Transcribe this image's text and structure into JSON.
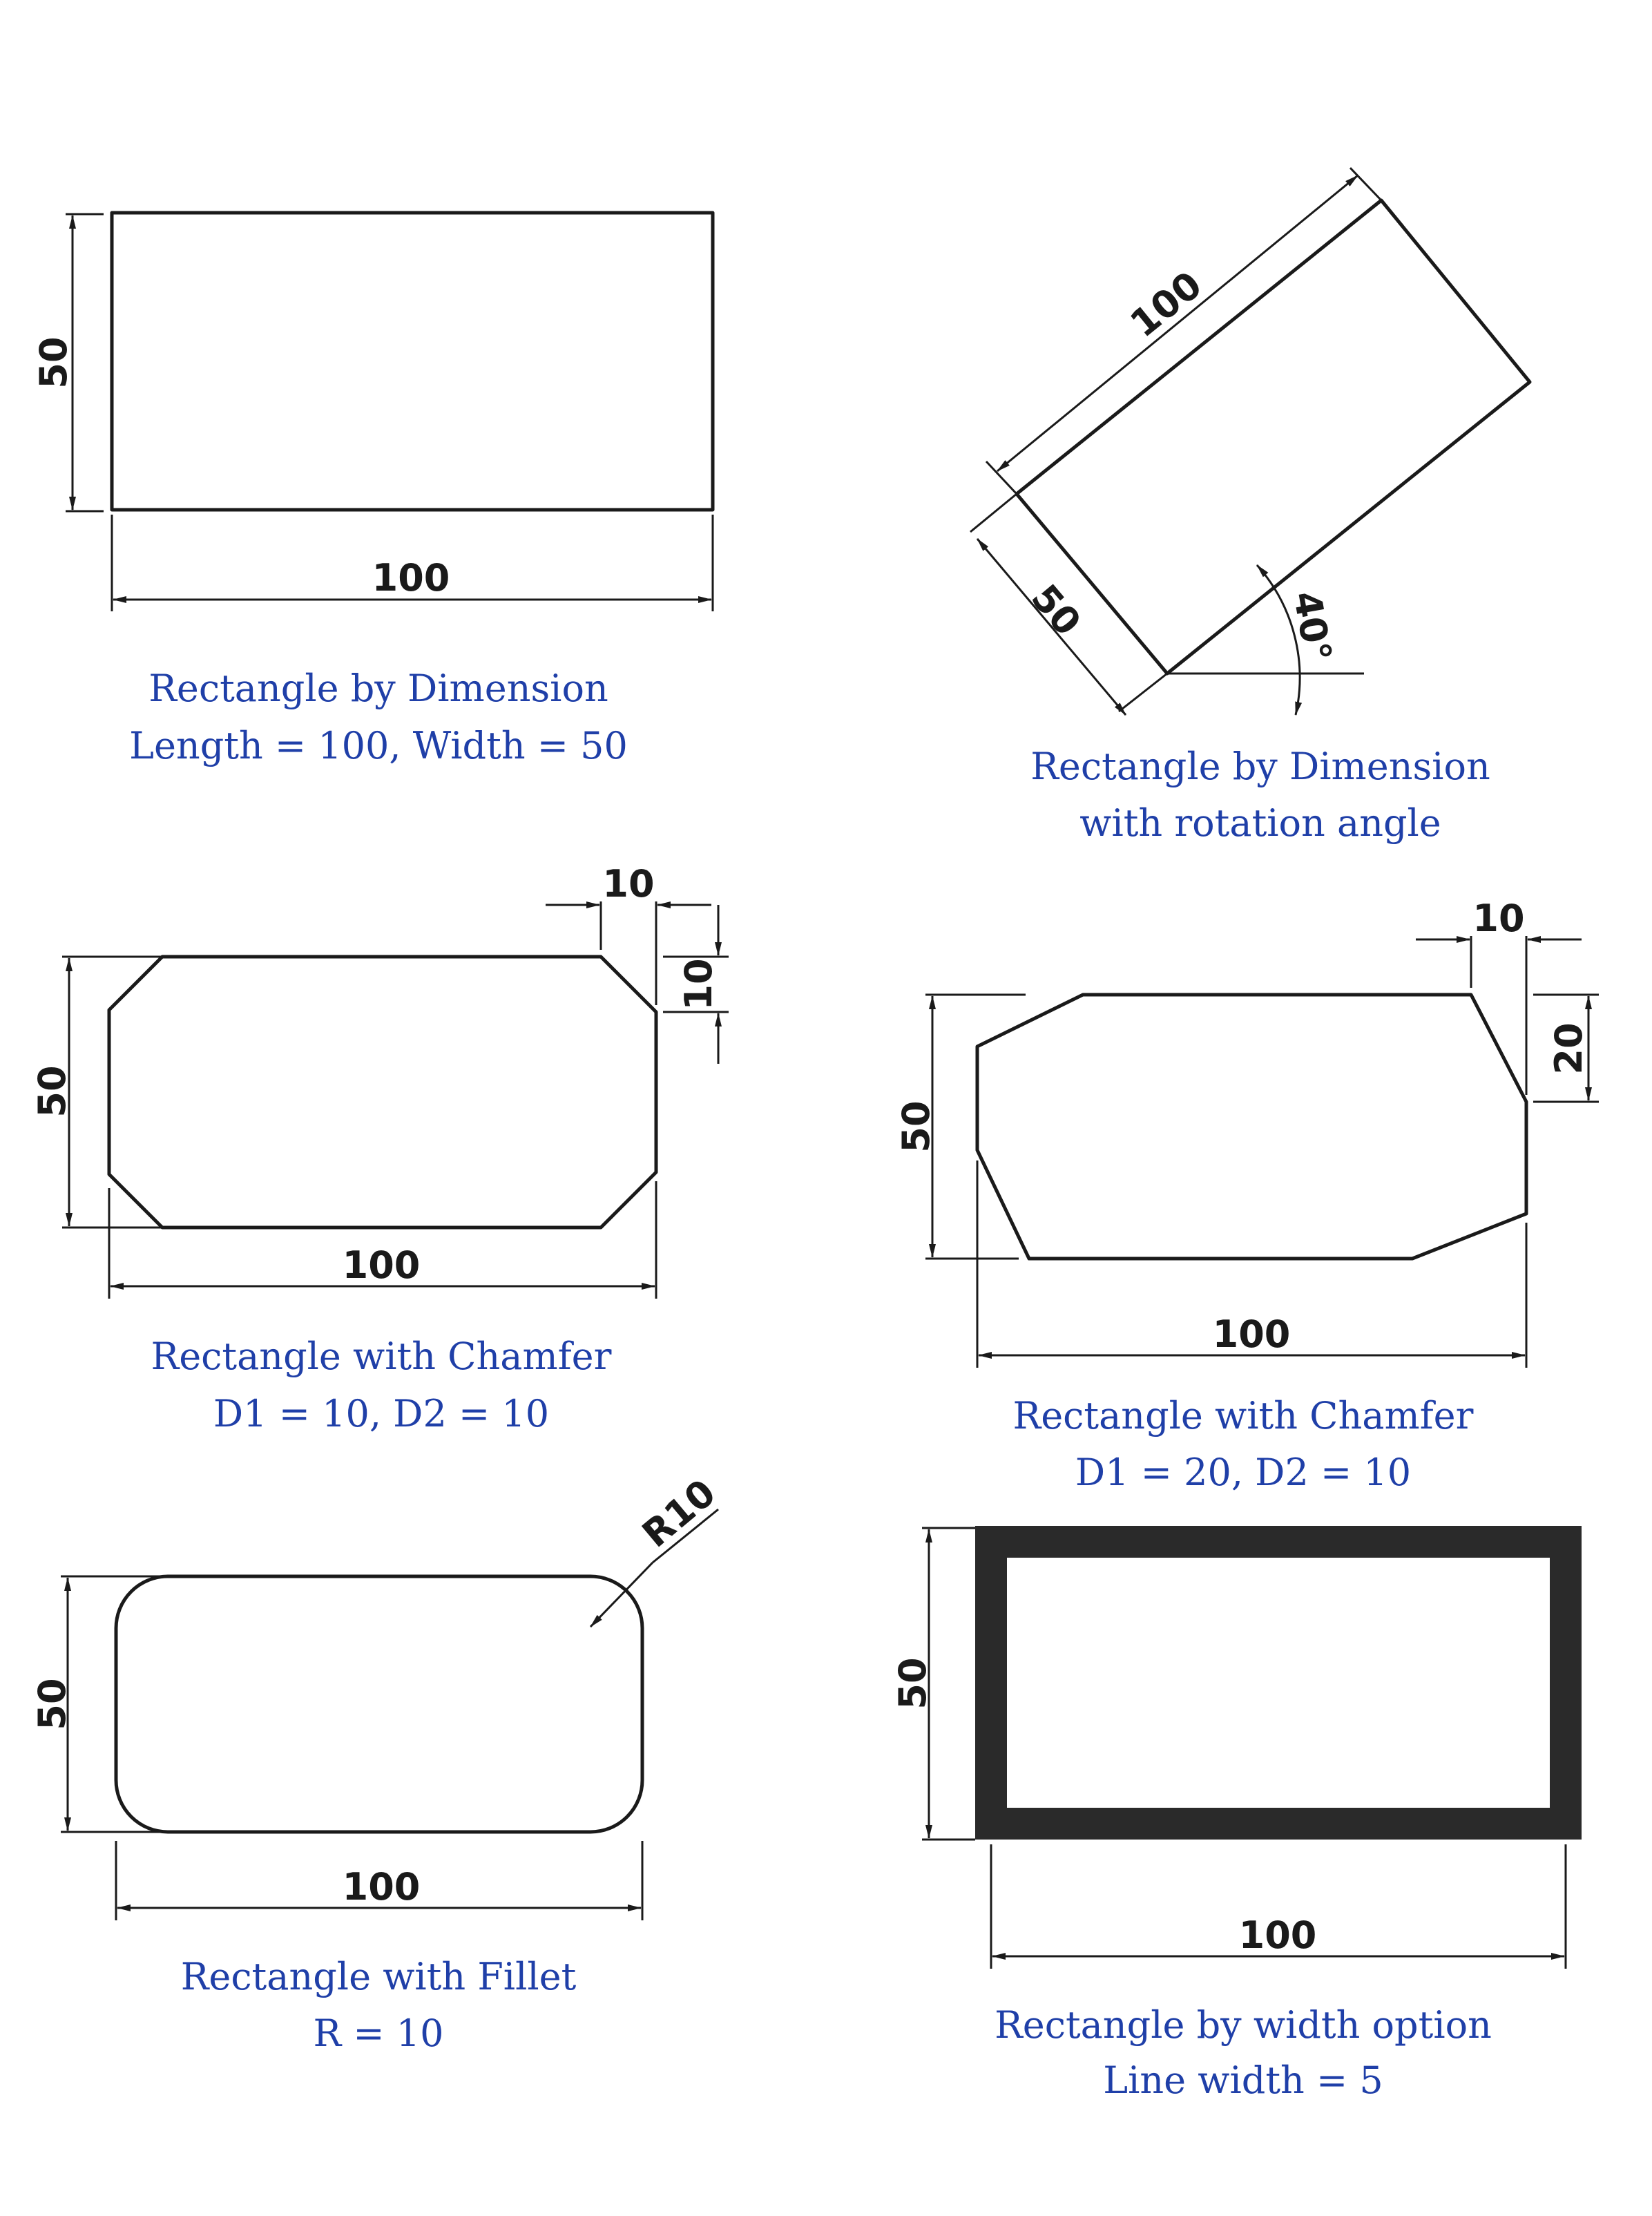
{
  "figures": [
    {
      "id": "rect-dimension",
      "dims": {
        "length": "100",
        "width": "50"
      },
      "caption": [
        "Rectangle by Dimension",
        "Length = 100, Width = 50"
      ]
    },
    {
      "id": "rect-rotation",
      "dims": {
        "length": "100",
        "width": "50",
        "angle": "40°"
      },
      "caption": [
        "Rectangle by Dimension",
        "with rotation angle"
      ]
    },
    {
      "id": "rect-chamfer-1",
      "dims": {
        "length": "100",
        "width": "50",
        "d1": "10",
        "d2": "10"
      },
      "caption": [
        "Rectangle with Chamfer",
        "D1 = 10, D2 = 10"
      ]
    },
    {
      "id": "rect-chamfer-2",
      "dims": {
        "length": "100",
        "width": "50",
        "d1": "10",
        "d2": "20"
      },
      "caption": [
        "Rectangle with Chamfer",
        "D1 = 20, D2 = 10"
      ]
    },
    {
      "id": "rect-fillet",
      "dims": {
        "length": "100",
        "width": "50",
        "radius": "R10"
      },
      "caption": [
        "Rectangle with Fillet",
        "R = 10"
      ]
    },
    {
      "id": "rect-width",
      "dims": {
        "length": "100",
        "width": "50"
      },
      "caption": [
        "Rectangle by width option",
        "Line width = 5"
      ]
    }
  ]
}
